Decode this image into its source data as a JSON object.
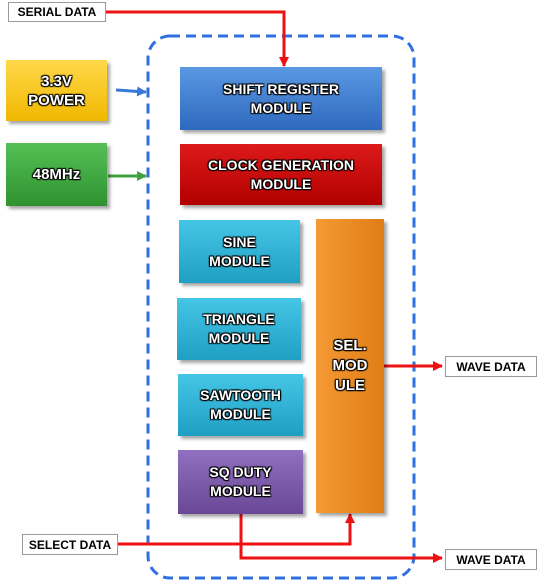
{
  "labels": {
    "serial_data": "SERIAL DATA",
    "select_data": "SELECT DATA",
    "wave_data_1": "WAVE DATA",
    "wave_data_2": "WAVE DATA"
  },
  "inputs": {
    "power": [
      "3.3V",
      "POWER"
    ],
    "clock": [
      "48MHz"
    ]
  },
  "modules": {
    "shift_register": [
      "SHIFT REGISTER",
      "MODULE"
    ],
    "clock_generation": [
      "CLOCK GENERATION",
      "MODULE"
    ],
    "sine": [
      "SINE",
      "MODULE"
    ],
    "triangle": [
      "TRIANGLE",
      "MODULE"
    ],
    "sawtooth": [
      "SAWTOOTH",
      "MODULE"
    ],
    "sq_duty": [
      "SQ DUTY",
      "MODULE"
    ],
    "select": [
      "SEL.",
      "MOD",
      "ULE"
    ]
  },
  "colors": {
    "container_border": "#2f6fe0",
    "arrow_red": "#ee1111",
    "arrow_blue": "#3a78d8",
    "arrow_green": "#3fa03f",
    "power": "#f5c400",
    "clock_input": "#3da83d",
    "shift_register": "#3f7fd0",
    "clock_generation": "#cc0000",
    "sine": "#2ab4d6",
    "triangle": "#2ab4d6",
    "sawtooth": "#2ab4d6",
    "sq_duty": "#7a55a8",
    "select": "#ee8a22"
  }
}
